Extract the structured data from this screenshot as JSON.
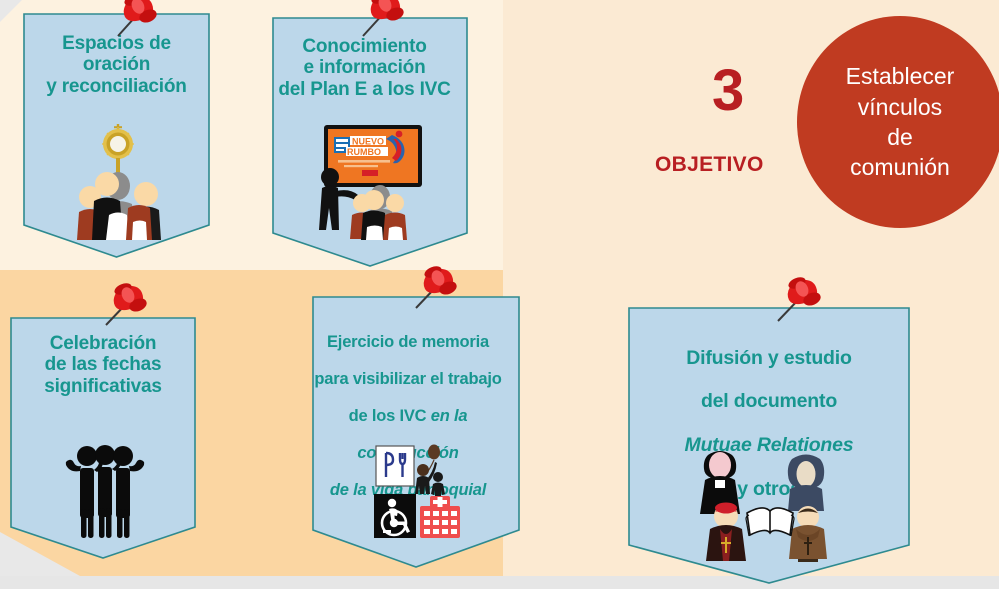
{
  "slide": {
    "background_left_top": "#fdf2e0",
    "background_left_bottom": "#fbd6a2",
    "background_right": "#fcead2",
    "panel_fill": "#bcd7ea",
    "panel_border": "#2e8a8f",
    "title_color": "#17968f",
    "accent_red": "#b81f22",
    "circle_red": "#c03b21"
  },
  "objective": {
    "number": "3",
    "label": "OBJETIVO",
    "circle_text": "Establecer\nvínculos\nde\ncomunión"
  },
  "panels": [
    {
      "id": "espacios-oracion",
      "title": "Espacios de\noración\ny reconciliación",
      "art": "prayer-group-monstrance",
      "pin": "red-pushpin"
    },
    {
      "id": "conocimiento-plan-e",
      "title": "Conocimiento\ne información\ndel Plan E a los IVC",
      "art": "presentation-screen-audience",
      "screen_text_line1": "NUEVO",
      "screen_text_line2": "RUMBO",
      "pin": "red-pushpin"
    },
    {
      "id": "celebracion-fechas",
      "title": "Celebración\nde las fechas\nsignificativas",
      "art": "three-people-celebrating",
      "pin": "red-pushpin"
    },
    {
      "id": "ejercicio-memoria",
      "title_line1": "Ejercicio de memoria",
      "title_line2": "para visibilizar el trabajo",
      "title_line3_plain": "de los IVC ",
      "title_line3_italic": "en la",
      "title_line4_italic": "construcción",
      "title_line5_italic": "de la vida parroquial",
      "art": "social-service-icons",
      "pin": "red-pushpin"
    },
    {
      "id": "difusion-mutuae-relationes",
      "title_line1": "Difusión y estudio",
      "title_line2": "del documento",
      "title_line3_italic": "Mutuae Relationes",
      "title_line4": "y otros",
      "art": "clergy-religious-book",
      "pin": "red-pushpin"
    }
  ]
}
